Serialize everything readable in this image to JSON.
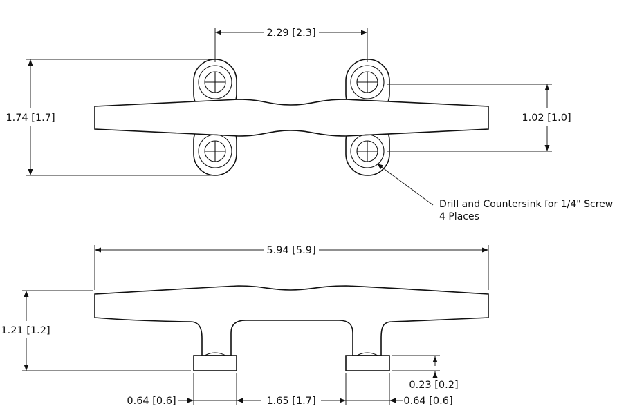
{
  "top_view": {
    "dims": {
      "hole_spacing": "2.29 [2.3]",
      "overall_height": "1.74 [1.7]",
      "hole_vertical_spacing": "1.02 [1.0]"
    },
    "note": {
      "line1": "Drill and Countersink for 1/4\" Screw",
      "line2": "4 Places"
    }
  },
  "side_view": {
    "dims": {
      "overall_length": "5.94 [5.9]",
      "overall_height": "1.21 [1.2]",
      "base_thickness": "0.23 [0.2]",
      "left_foot_width": "0.64 [0.6]",
      "foot_spacing": "1.65 [1.7]",
      "right_foot_width": "0.64 [0.6]"
    }
  }
}
